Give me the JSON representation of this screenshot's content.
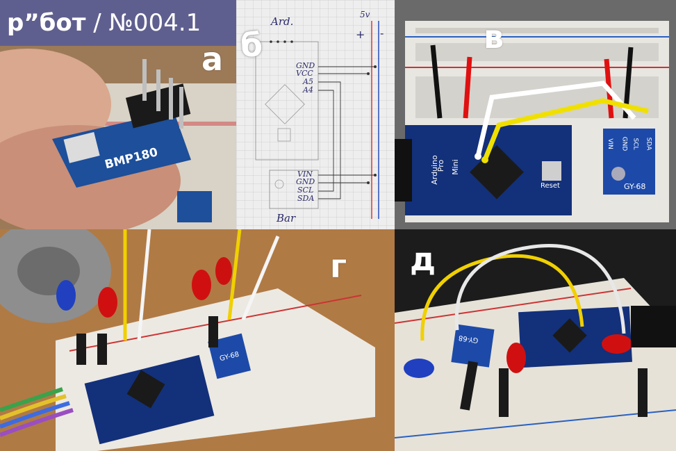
{
  "header": {
    "logo": "р”бот",
    "series": " / №004.1"
  },
  "panels": {
    "a": {
      "label": "а",
      "chip_text": "BMP180"
    },
    "b": {
      "label": "б",
      "sketch": {
        "top": "Ard.",
        "bottom": "Bar",
        "supply": "5v",
        "plus": "+",
        "minus": "-",
        "pins_top": [
          "GND",
          "VCC",
          "A5",
          "A4"
        ],
        "pins_bottom": [
          "VIN",
          "GND",
          "SCL",
          "SDA"
        ]
      }
    },
    "c": {
      "label": "в",
      "board_text": [
        "Arduino",
        "Pro",
        "Mini"
      ],
      "reset": "Reset",
      "sensor_text": "GY-68",
      "sensor_pins": [
        "VIN",
        "GND",
        "SCL",
        "SDA"
      ]
    },
    "d": {
      "label": "г",
      "sensor_text": "GY-68"
    },
    "e": {
      "label": "д",
      "sensor_text": "GY-68"
    }
  }
}
